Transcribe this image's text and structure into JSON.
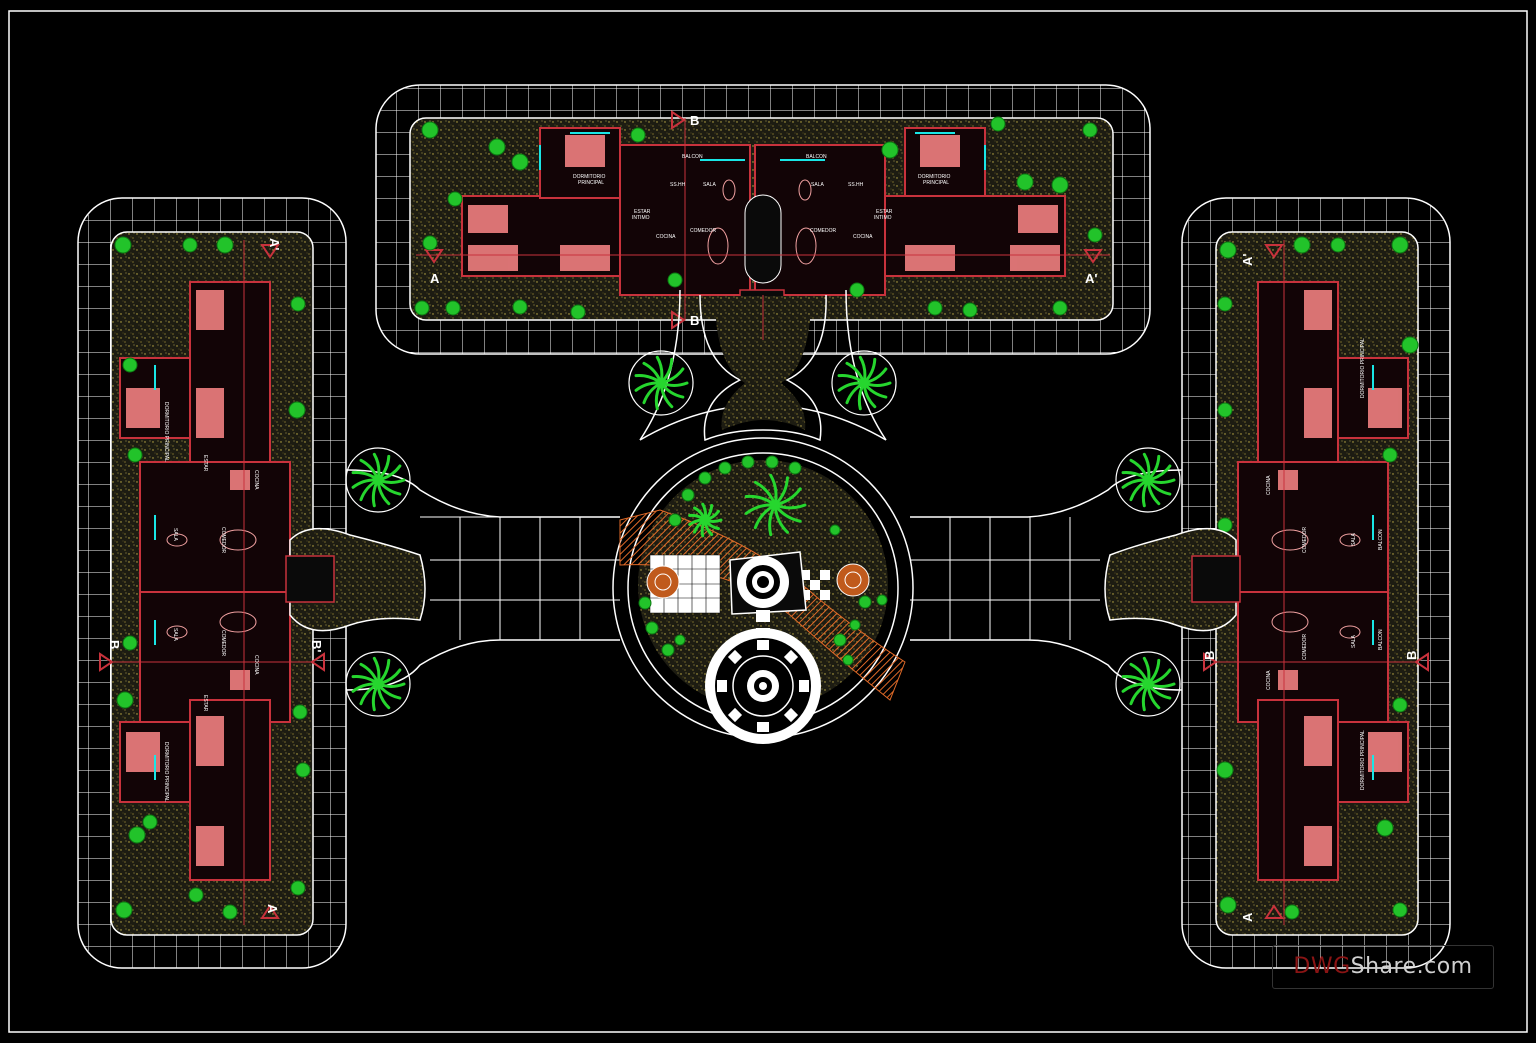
{
  "drawing": {
    "section_marks": [
      "A",
      "A'",
      "B",
      "B'"
    ],
    "rooms": {
      "dormitorio": "DORMITORIO PRINCIPAL",
      "dormitorio_short": "DORMITORIO",
      "principal": "PRINCIPAL",
      "sala": "SALA",
      "comedor": "COMEDOR",
      "cocina": "COCINA",
      "estar": "ESTAR",
      "intimo": "INTIMO",
      "balcon": "BALCON",
      "sshh": "SS.HH"
    }
  },
  "watermark": {
    "brand_a": "DWG",
    "brand_b": "Share.com"
  },
  "colors": {
    "background": "#000000",
    "linework": "#ffffff",
    "vegetation": "#c8b44a",
    "trees": "#22c32a",
    "walls": "#c8323c",
    "furniture": "#f08080",
    "accent_cyan": "#19e6e6",
    "terracotta": "#d0651e"
  }
}
